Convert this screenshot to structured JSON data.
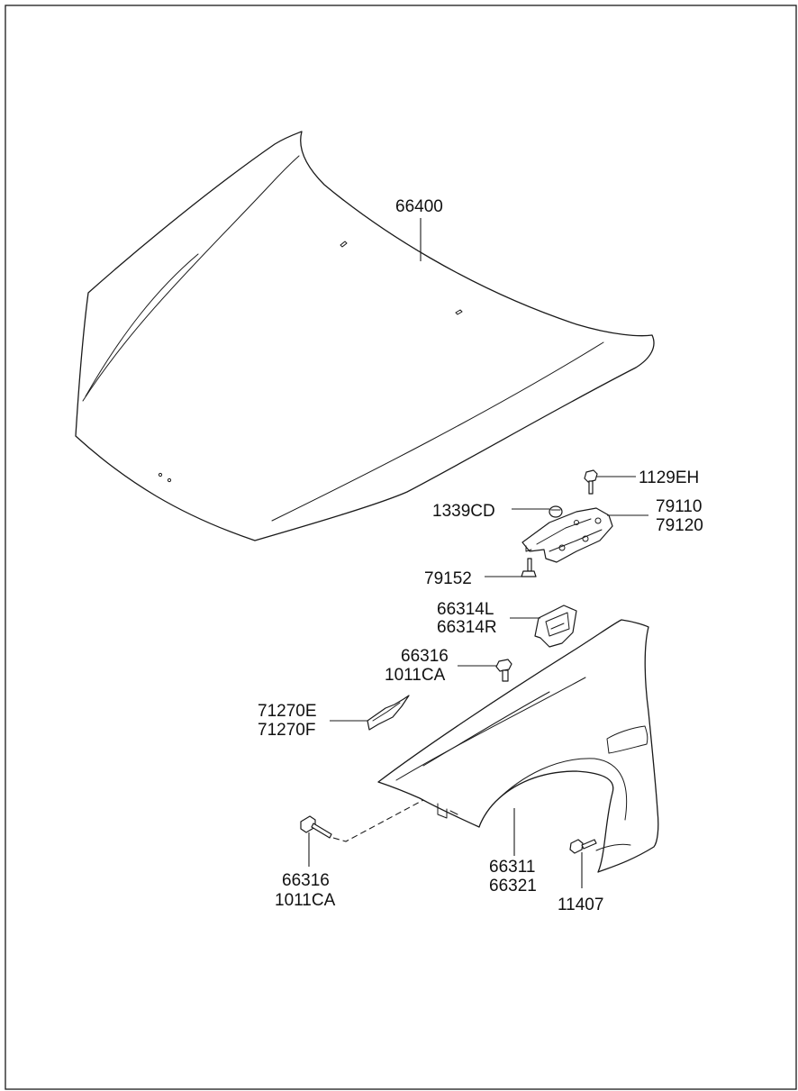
{
  "labels": {
    "hood": "66400",
    "hood_bolt": "1129EH",
    "bumper_stop": "1339CD",
    "hinge_left": "79110",
    "hinge_right": "79120",
    "hinge_bolt": "79152",
    "fender_bracket_left": "66314L",
    "fender_bracket_right": "66314R",
    "fender_bolt_upper_a": "66316",
    "fender_bolt_upper_b": "1011CA",
    "insulator_left": "71270E",
    "insulator_right": "71270F",
    "fender_bolt_lower_a": "66316",
    "fender_bolt_lower_b": "1011CA",
    "fender_left": "66311",
    "fender_right": "66321",
    "fender_screw": "11407"
  }
}
